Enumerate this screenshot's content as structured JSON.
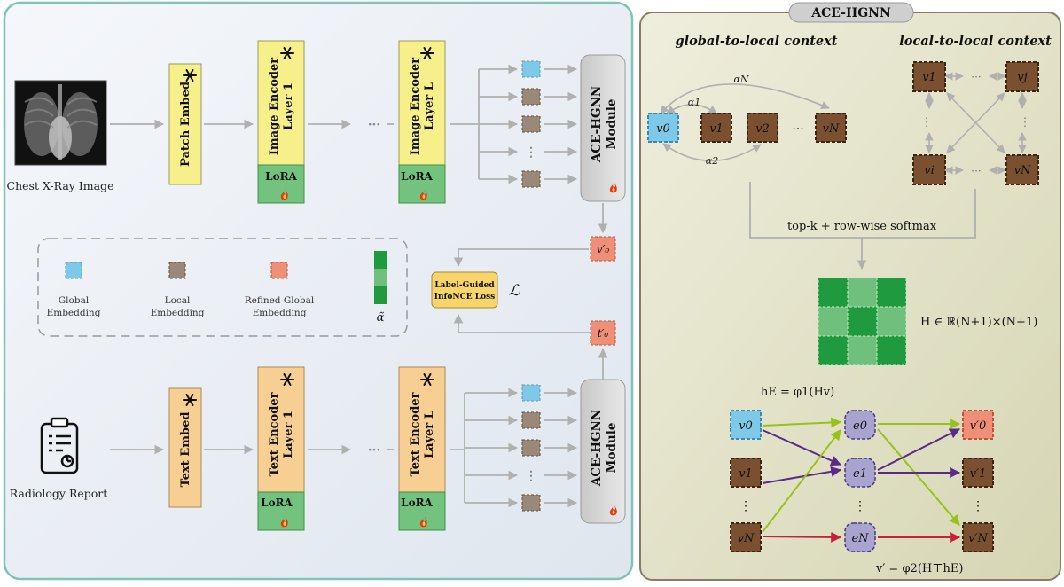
{
  "ace_hgnn_title": "ACE-HGNN",
  "left": {
    "chest_xray_label": "Chest X-Ray Image",
    "radiology_report_label": "Radiology Report",
    "patch_embed": "Patch Embed",
    "text_embed": "Text Embed",
    "image_encoder_layer1": [
      "Image Encoder",
      "Layer 1"
    ],
    "image_encoder_layerL": [
      "Image Encoder",
      "Layer L"
    ],
    "text_encoder_layer1": [
      "Text Encoder",
      "Layer 1"
    ],
    "text_encoder_layerL": [
      "Text Encoder",
      "Layer L"
    ],
    "lora": "LoRA",
    "ellipsis": "···",
    "module": [
      "ACE-HGNN",
      "Module"
    ],
    "loss_box": [
      "Label-Guided",
      "InfoNCE Loss"
    ],
    "loss_symbol": "ℒ",
    "v0_prime": "v′₀",
    "t0_prime": "t′₀",
    "legend": {
      "global": [
        "Global",
        "Embedding"
      ],
      "local": [
        "Local",
        "Embedding"
      ],
      "refined": [
        "Refined Global",
        "Embedding"
      ],
      "alpha": "α̃"
    }
  },
  "right": {
    "global_to_local": "global-to-local context",
    "local_to_local": "local-to-local context",
    "topk": "top-k + row-wise softmax",
    "H_def": "H ∈ ℝ(N+1)×(N+1)",
    "hE_eq": "hE = φ1(Hv)",
    "vprime_eq": "v′ = φ2(H⊤hE)",
    "nodes": {
      "v0": "v0",
      "v1": "v1",
      "v2": "v2",
      "vN": "vN",
      "vj": "vj",
      "vi": "vi"
    },
    "edges": {
      "e0": "e0",
      "e1": "e1",
      "eN": "eN"
    },
    "outputs": {
      "v0p": "v′0",
      "v1p": "v′1",
      "vNp": "v′N"
    },
    "alphas": {
      "a1": "α1",
      "a2": "α2",
      "aN": "αN"
    }
  },
  "colors": {
    "global": "#7ec8e8",
    "local": "#9a8878",
    "refined": "#ef8f78",
    "green_dark": "#1f9a3e",
    "green_light": "#6fc07c",
    "yellow": "#f7f08a",
    "orange": "#f8cf92",
    "brown_node": "#7a5030",
    "purple_node": "#a9a3cf",
    "arrow_green": "#98c21a",
    "arrow_purple": "#5a2a8a",
    "arrow_red": "#c8203a"
  }
}
